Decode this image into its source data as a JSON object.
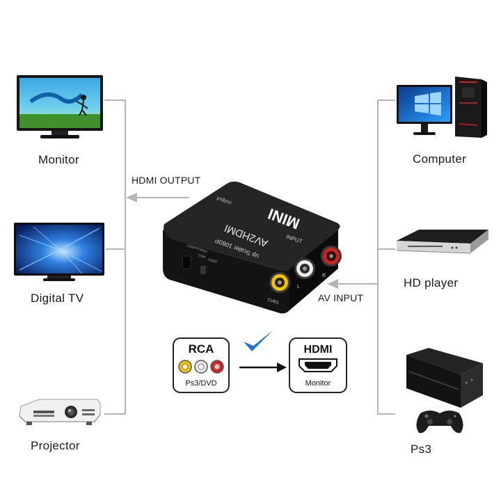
{
  "sources": {
    "computer": "Computer",
    "hd_player": "HD player",
    "ps3": "Ps3"
  },
  "outputs": {
    "monitor": "Monitor",
    "digital_tv": "Digital  TV",
    "projector": "Projector"
  },
  "flow": {
    "output_label": "HDMI OUTPUT",
    "input_label": "AV INPUT"
  },
  "device": {
    "brand": "MINI",
    "model": "AV2HDMI",
    "subtitle": "up Scaler 1080P",
    "output_port": "output",
    "input_port": "INPUT",
    "usb_power": "USB/POWER",
    "switch_a": "720P",
    "switch_b": "1080P",
    "port_l": "L",
    "port_r": "R",
    "port_cvbs": "CVBS"
  },
  "badges": {
    "rca_title": "RCA",
    "rca_caption": "Ps3/DVD",
    "hdmi_title": "HDMI",
    "hdmi_caption": "Monitor"
  },
  "colors": {
    "line": "#b5b5b5",
    "check": "#1f77d0",
    "rca_yellow": "#f2c200",
    "rca_white": "#e8e8e8",
    "rca_red": "#d32020",
    "device_body": "#1c1c1c"
  }
}
